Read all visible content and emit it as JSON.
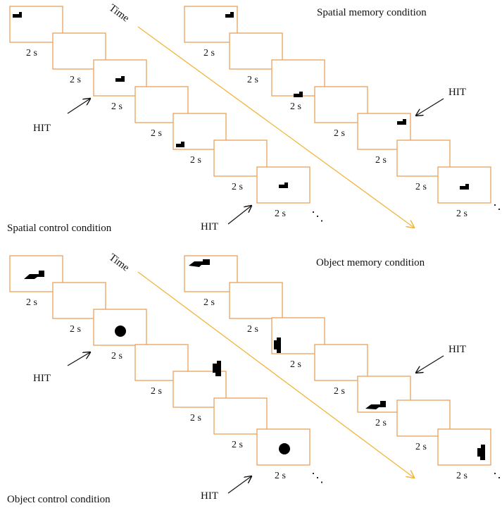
{
  "title_spatial_memory": "Spatial memory condition",
  "title_spatial_control": "Spatial control condition",
  "title_object_memory": "Object memory condition",
  "title_object_control": "Object control condition",
  "time_label": "Time",
  "duration_label": "2 s",
  "hit_label": "HIT",
  "ellipsis": "⋱",
  "colors": {
    "frame": "#e8a25e",
    "time_arrow": "#f2b53a",
    "stimulus": "#000000"
  },
  "stimulus_icons": {
    "spatial": "cat-silhouette-icon",
    "object_a": "flat-shape-icon",
    "object_b": "round-blob-icon",
    "object_c": "tall-blob-icon"
  }
}
